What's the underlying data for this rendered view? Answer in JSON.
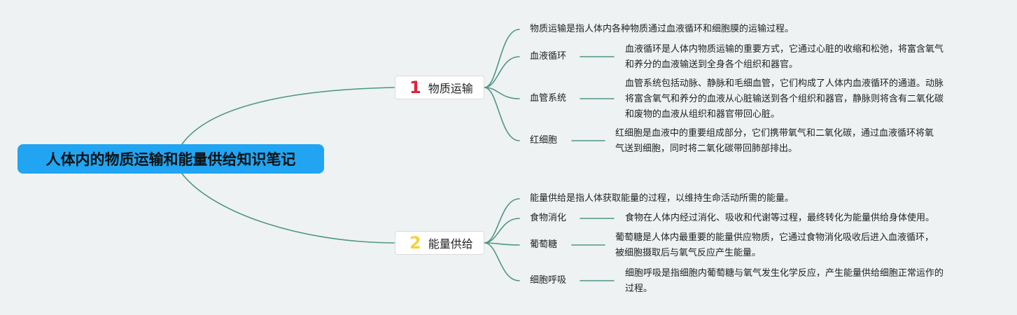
{
  "title": "人体内的物质运输和能量供给知识笔记",
  "branches": [
    {
      "number": "1",
      "label": "物质运输",
      "intro": "物质运输是指人体内各种物质通过血液循环和细胞膜的运输过程。",
      "items": [
        {
          "label": "血液循环",
          "desc": [
            "血液循环是人体内物质运输的重要方式，它通过心脏的收缩和松弛，将富含氧气",
            "和养分的血液输送到全身各个组织和器官。"
          ]
        },
        {
          "label": "血管系统",
          "desc": [
            "血管系统包括动脉、静脉和毛细血管，它们构成了人体内血液循环的通道。动脉",
            "将富含氧气和养分的血液从心脏输送到各个组织和器官，静脉则将含有二氧化碳",
            "和废物的血液从组织和器官带回心脏。"
          ]
        },
        {
          "label": "红细胞",
          "desc": [
            "红细胞是血液中的重要组成部分，它们携带氧气和二氧化碳，通过血液循环将氧",
            "气送到细胞，同时将二氧化碳带回肺部排出。"
          ]
        }
      ]
    },
    {
      "number": "2",
      "label": "能量供给",
      "intro": "能量供给是指人体获取能量的过程，以维持生命活动所需的能量。",
      "items": [
        {
          "label": "食物消化",
          "desc": [
            "食物在人体内经过消化、吸收和代谢等过程，最终转化为能量供给身体使用。"
          ]
        },
        {
          "label": "葡萄糖",
          "desc": [
            "葡萄糖是人体内最重要的能量供应物质，它通过食物消化吸收后进入血液循环，",
            "被细胞摄取后与氧气反应产生能量。"
          ]
        },
        {
          "label": "细胞呼吸",
          "desc": [
            "细胞呼吸是指细胞内葡萄糖与氧气发生化学反应，产生能量供给细胞正常运作的",
            "过程。"
          ]
        }
      ]
    }
  ],
  "colors": {
    "background": "#eef2f3",
    "root": "#21a5f2",
    "link": "#4f9684",
    "num1": "#e0243a",
    "num2": "#f4d23a"
  }
}
